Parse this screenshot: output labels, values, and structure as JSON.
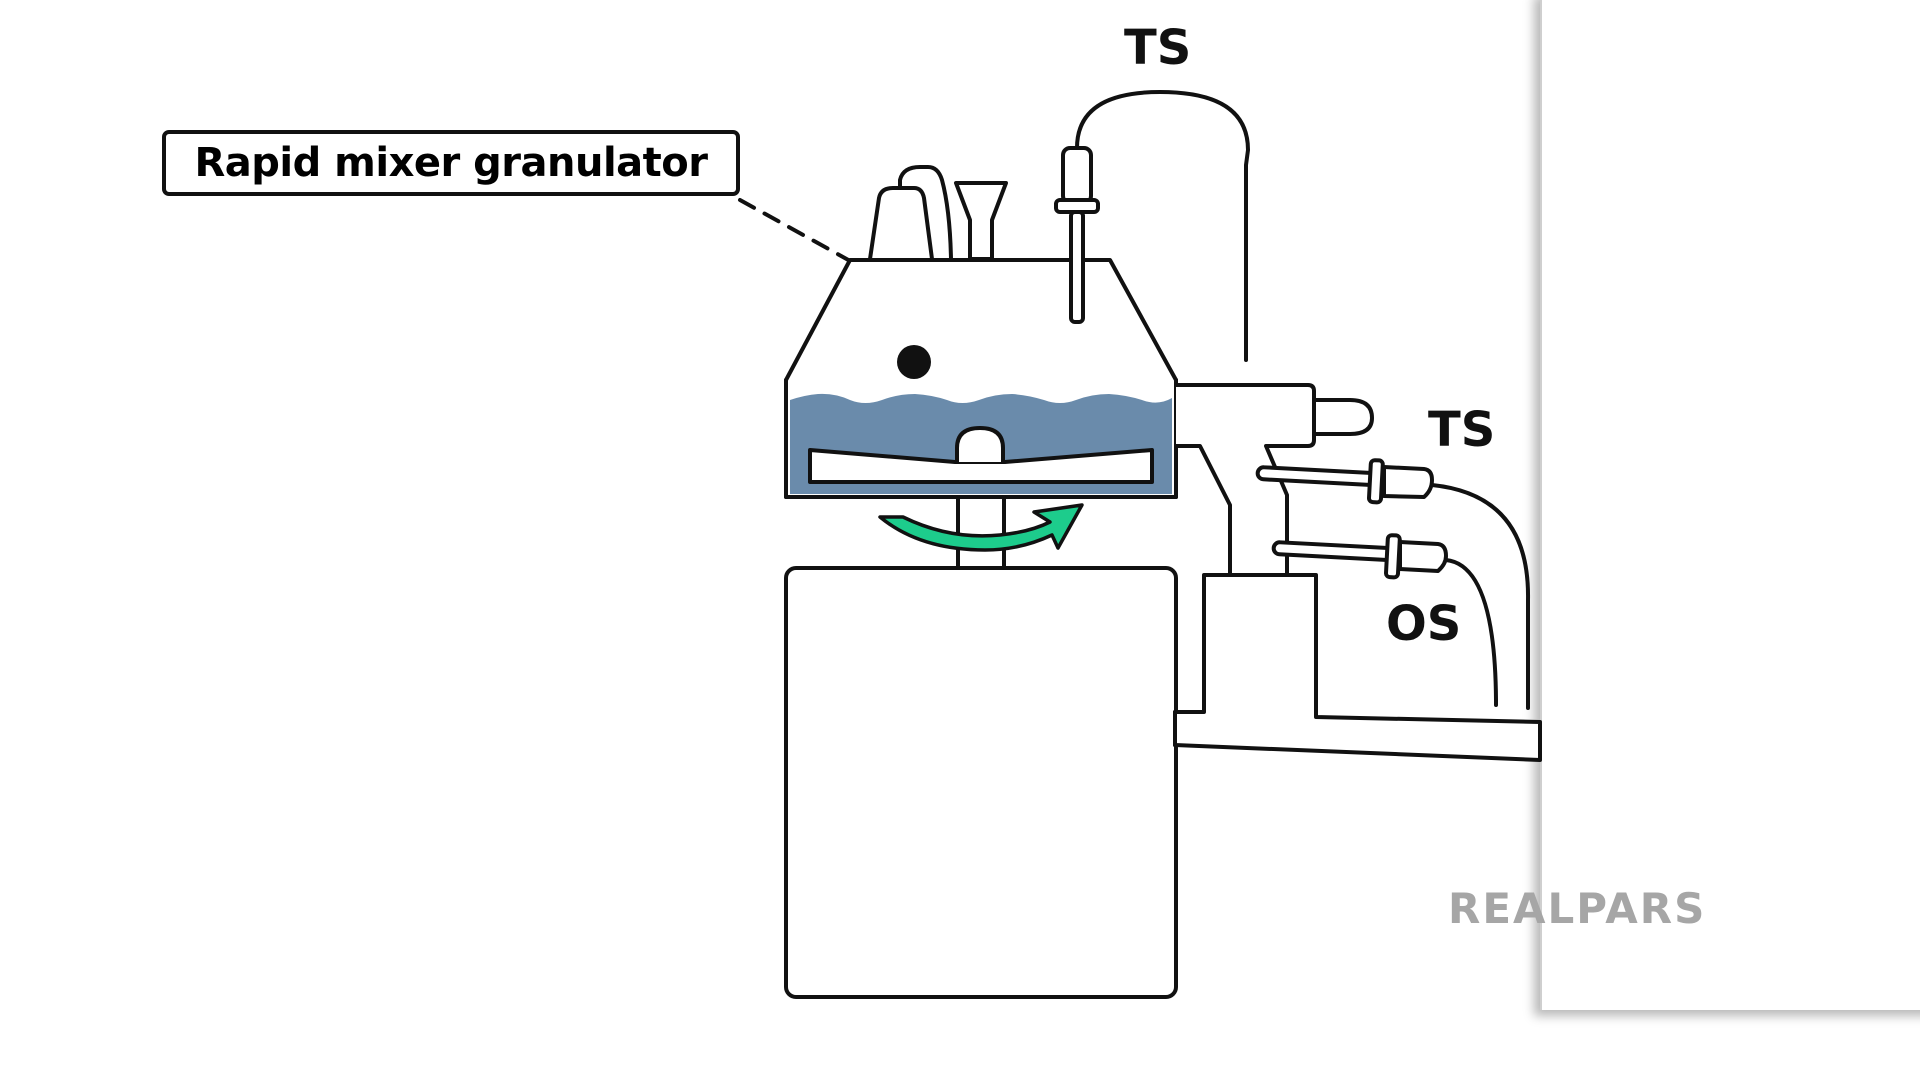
{
  "diagram": {
    "callout_label": "Rapid mixer granulator",
    "sensor_labels": {
      "top_temperature_sensor": "TS",
      "outlet_temperature_sensor": "TS",
      "outlet_oxygen_sensor": "OS"
    },
    "logo_text": "REALPARS"
  },
  "colors": {
    "liquid": "#6a8bab",
    "rotation_arrow": "#1dcc8c",
    "stroke": "#111111",
    "logo": "#a6a6a6"
  }
}
